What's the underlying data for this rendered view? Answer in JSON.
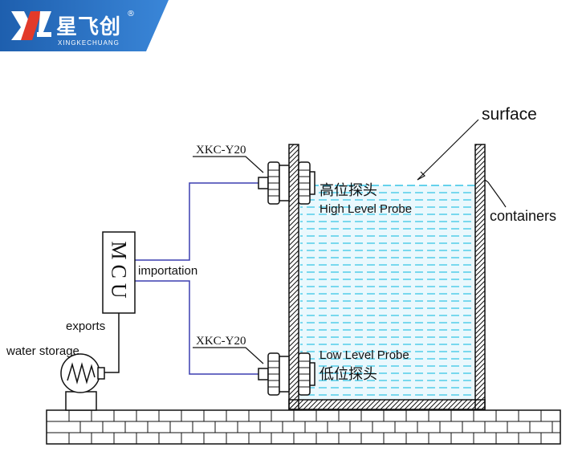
{
  "logo": {
    "brand_text": "星飞创",
    "brand_sub": "XINGKECHUANG",
    "brand_mark": "®",
    "colors": {
      "banner": "#1e5fae",
      "banner_light": "#3a86d8",
      "mark_red": "#e23a2a"
    }
  },
  "diagram": {
    "surface_label": "surface",
    "containers_label": "containers",
    "mcu_label": "MCU",
    "importation_label": "importation",
    "exports_label": "exports",
    "water_storage_label": "water storage",
    "sensor_top_model": "XKC-Y20",
    "sensor_bottom_model": "XKC-Y20",
    "high_probe_cn": "高位探头",
    "high_probe_en": "High Level Probe",
    "low_probe_cn": "低位探头",
    "low_probe_en": "Low Level Probe",
    "colors": {
      "wire": "#3b3fb0",
      "water_line": "#35c4e6",
      "water_fill": "#eaf8fd",
      "line": "#111111"
    }
  }
}
